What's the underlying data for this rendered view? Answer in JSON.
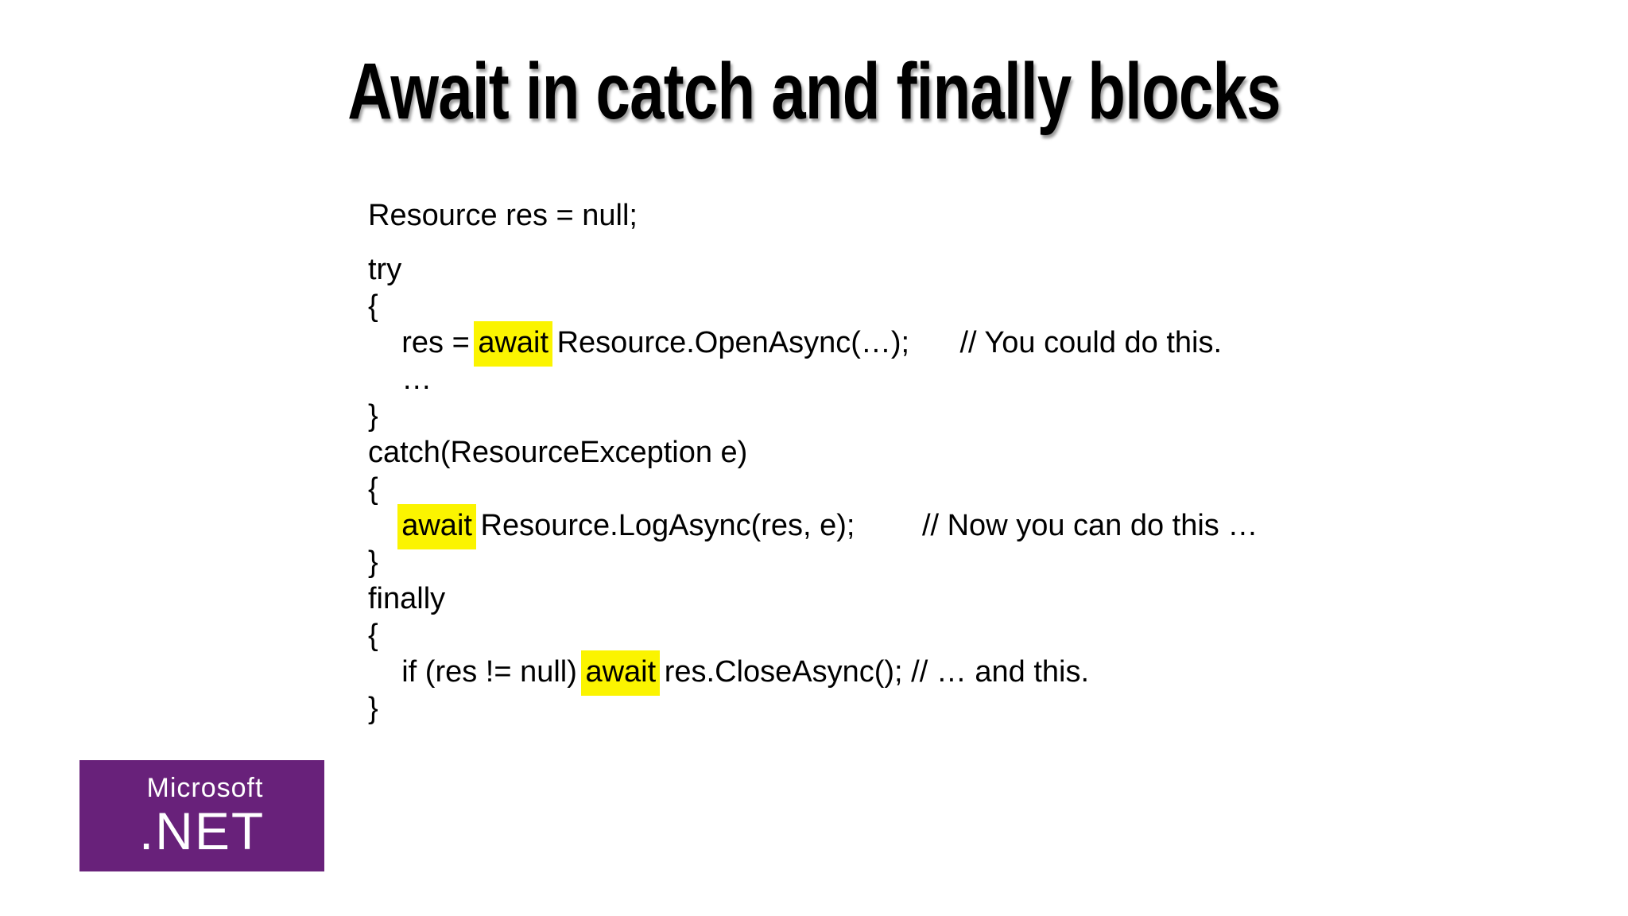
{
  "slide": {
    "title": "Await in catch and finally blocks",
    "background_color": "#ffffff",
    "text_color": "#000000",
    "highlight_color": "#FBF400"
  },
  "code": {
    "language": "csharp",
    "highlighted_keyword": "await",
    "lines": [
      {
        "gap_after": true,
        "segments": [
          {
            "t": "Resource res = null;"
          }
        ]
      },
      {
        "segments": [
          {
            "t": "try"
          }
        ]
      },
      {
        "segments": [
          {
            "t": "{"
          }
        ]
      },
      {
        "segments": [
          {
            "t": "    res = "
          },
          {
            "t": "await",
            "hl": true
          },
          {
            "t": " Resource.OpenAsync(…);      // You could do this."
          }
        ]
      },
      {
        "segments": [
          {
            "t": "    …"
          }
        ]
      },
      {
        "segments": [
          {
            "t": "}"
          }
        ]
      },
      {
        "segments": [
          {
            "t": "catch(ResourceException e)"
          }
        ]
      },
      {
        "segments": [
          {
            "t": "{"
          }
        ]
      },
      {
        "segments": [
          {
            "t": "    "
          },
          {
            "t": "await",
            "hl": true
          },
          {
            "t": " Resource.LogAsync(res, e);        // Now you can do this …"
          }
        ]
      },
      {
        "segments": [
          {
            "t": "}"
          }
        ]
      },
      {
        "segments": [
          {
            "t": "finally"
          }
        ]
      },
      {
        "segments": [
          {
            "t": "{"
          }
        ]
      },
      {
        "segments": [
          {
            "t": "    if (res != null) "
          },
          {
            "t": "await",
            "hl": true
          },
          {
            "t": " res.CloseAsync(); // … and this."
          }
        ]
      },
      {
        "segments": [
          {
            "t": "}"
          }
        ]
      }
    ]
  },
  "logo": {
    "brand": "Microsoft",
    "product": ".NET",
    "bg_color": "#68217A",
    "text_color": "#ffffff"
  }
}
